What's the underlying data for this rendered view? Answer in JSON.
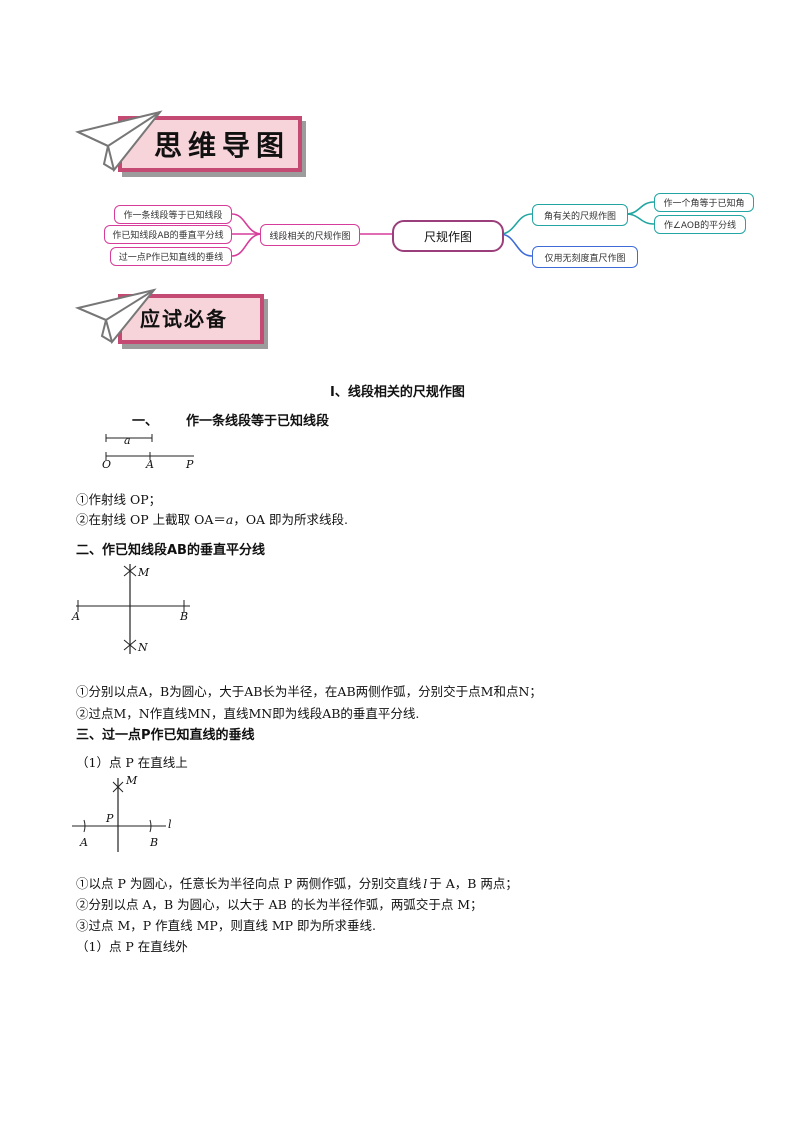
{
  "banners": {
    "mind_map": "思维导图",
    "exam_prep": "应试必备"
  },
  "mind_map": {
    "center": "尺规作图",
    "left_parent": "线段相关的尺规作图",
    "left_children": [
      "作一条线段等于已知线段",
      "作已知线段AB的垂直平分线",
      "过一点P作已知直线的垂线"
    ],
    "right_top": "角有关的尺规作图",
    "right_top_children": [
      "作一个角等于已知角",
      "作∠AOB的平分线"
    ],
    "right_bottom": "仅用无刻度直尺作图"
  },
  "section": {
    "title": "Ⅰ、线段相关的尺规作图"
  },
  "part1": {
    "number": "一、",
    "title": "作一条线段等于已知线段",
    "figure": {
      "a": "a",
      "O": "O",
      "A": "A",
      "P": "P"
    },
    "steps": [
      "①作射线 OP；",
      "②在射线 OP 上截取 OA＝",
      "a",
      "，OA 即为所求线段."
    ]
  },
  "part2": {
    "title": "二、作已知线段AB的垂直平分线",
    "figure": {
      "M": "M",
      "N": "N",
      "A": "A",
      "B": "B"
    },
    "steps": [
      "①分别以点A，B为圆心，大于AB长为半径，在AB两侧作弧，分别交于点M和点N；",
      "②过点M，N作直线MN，直线MN即为线段AB的垂直平分线."
    ]
  },
  "part3": {
    "title": "三、过一点P作已知直线的垂线",
    "case1": "（1）点 P 在直线上",
    "figure": {
      "M": "M",
      "P": "P",
      "A": "A",
      "B": "B",
      "l": "l"
    },
    "steps": [
      "①以点 P 为圆心，任意长为半径向点 P 两侧作弧，分别交直线",
      "l",
      "于 A，B 两点；",
      "②分别以点 A，B 为圆心，以大于 AB 的长为半径作弧，两弧交于点 M；",
      "③过点 M，P 作直线 MP，则直线 MP 即为所求垂线."
    ],
    "case2": "（1）点 P 在直线外"
  },
  "colors": {
    "banner_fill": "#f7d4da",
    "banner_border": "#c44a73",
    "pink": "#d63c9a",
    "teal": "#23a6a3",
    "blue": "#3f6bd9"
  }
}
